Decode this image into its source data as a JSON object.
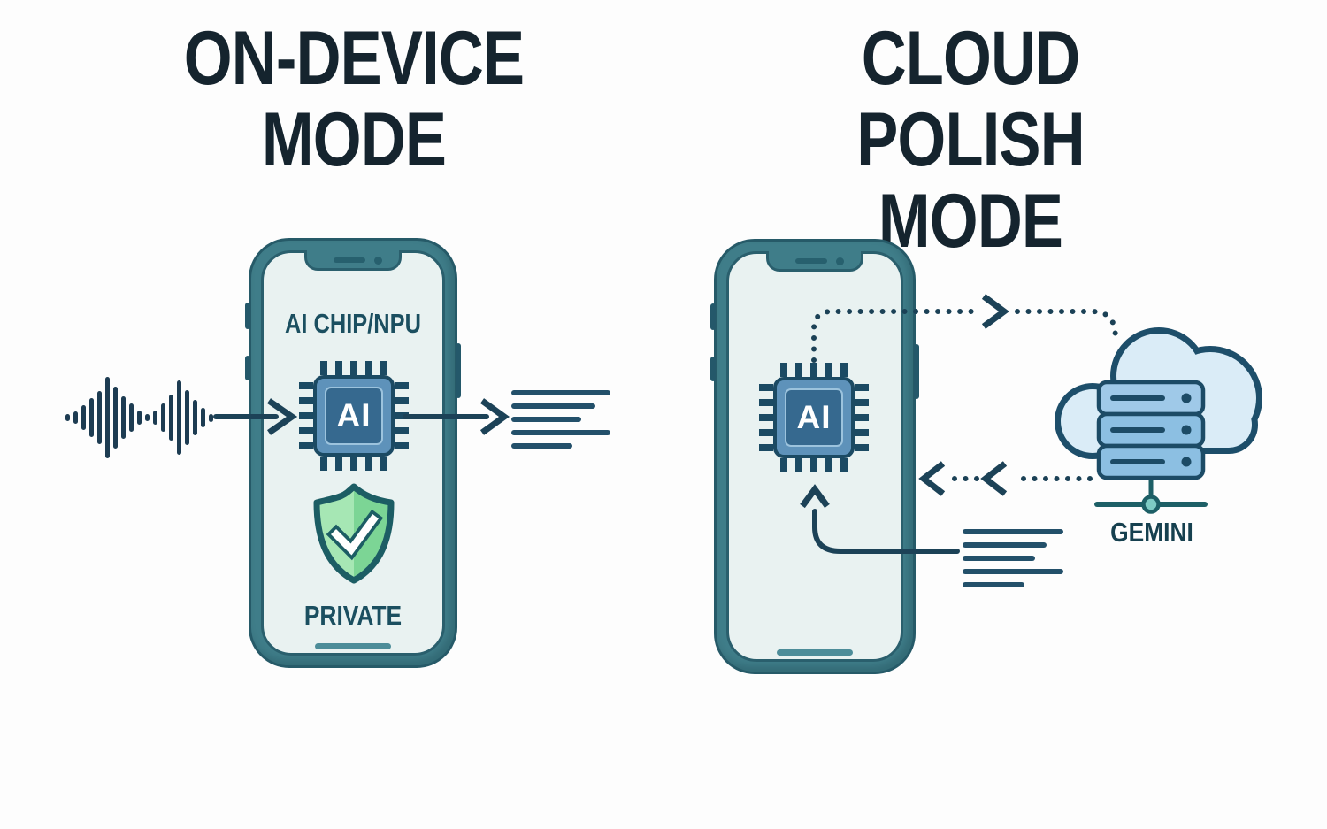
{
  "left_panel": {
    "title_line1": "ON-DEVICE",
    "title_line2": "MODE",
    "phone_screen_label": "AI CHIP/NPU",
    "chip_label": "AI",
    "privacy_label": "PRIVATE",
    "waveform_bar_heights": [
      8,
      14,
      28,
      44,
      60,
      92,
      70,
      48,
      32,
      16,
      8,
      16,
      32,
      52,
      84,
      62,
      40,
      22,
      9
    ],
    "output_line_widths": [
      112,
      95,
      79,
      112,
      69
    ]
  },
  "right_panel": {
    "title_line1": "CLOUD POLISH",
    "title_line2": "MODE",
    "chip_label": "AI",
    "cloud_label": "GEMINI",
    "input_line_widths": [
      114,
      95,
      82,
      114,
      70
    ]
  },
  "icons": [
    "waveform-icon",
    "ai-chip-icon",
    "shield-check-icon",
    "text-lines-icon",
    "cloud-icon",
    "server-icon",
    "arrow-right-icon",
    "arrow-up-icon",
    "dotted-arrow-icon",
    "phone-notch",
    "home-indicator"
  ],
  "colors": {
    "title_ink": "#15242e",
    "phone_frame": "#3f7d89",
    "phone_screen": "#e9f2f1",
    "screen_text": "#1b4f60",
    "chip_outer": "#5e92ba",
    "chip_inner": "#36698f",
    "shield_green_left": "#a6e7b4",
    "shield_green_right": "#7cd595",
    "cloud_fill": "#daecf7",
    "server_fill": "#8cbfe2",
    "stroke_navy": "#1c4257",
    "node_teal": "#7ecbc4"
  }
}
